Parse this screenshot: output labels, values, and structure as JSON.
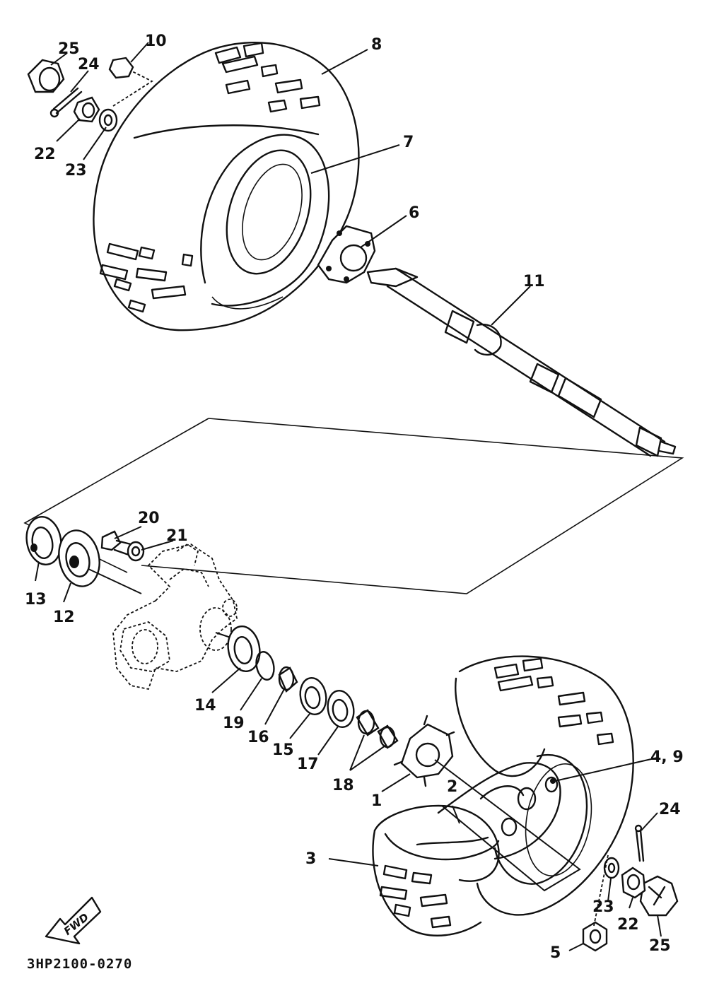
{
  "diagram_code": "3HP2100-0270",
  "fwd_label": "FWD",
  "part_labels": {
    "p1": "1",
    "p2": "2",
    "p3": "3",
    "p4_9": "4, 9",
    "p5": "5",
    "p6": "6",
    "p7": "7",
    "p8": "8",
    "p10": "10",
    "p11": "11",
    "p12": "12",
    "p13": "13",
    "p14": "14",
    "p15": "15",
    "p16": "16",
    "p17": "17",
    "p18": "18",
    "p19": "19",
    "p20": "20",
    "p21": "21",
    "p22a": "22",
    "p22b": "22",
    "p23a": "23",
    "p23b": "23",
    "p24a": "24",
    "p24b": "24",
    "p25a": "25",
    "p25b": "25"
  }
}
